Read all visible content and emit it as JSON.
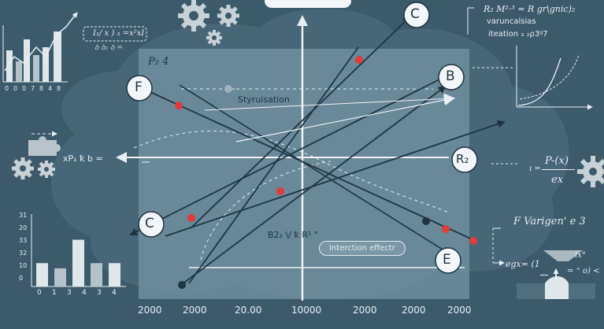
{
  "colors": {
    "background": "#3d5a6b",
    "panel": "#6d8c9b",
    "cloud": "#4b6b7c",
    "line_dark": "#1f3441",
    "point_red": "#e23b3b",
    "axis": "#eef3f5"
  },
  "panel_label": "P₂ 4",
  "nodes": {
    "c_top": "C",
    "b": "B",
    "f": "F",
    "r2": "R₂",
    "c_left": "C",
    "e": "E"
  },
  "texts": {
    "styruisation": "Styruisation",
    "interaction_effect": "Interction effectr",
    "center_formula": "B2₂ \\/ ꝁ R² °",
    "left_formula": "xP₁ ꝁ b =",
    "top_left_note_1": "I₁/ x ) ₃ =x²xI",
    "top_left_note_2": "ꝺ ꝺ₂ ꝺ =",
    "top_right_1": "R₂ M²·³ = R gr\\gnic)₂",
    "top_right_2": "varuncalsias",
    "top_right_3": "iteation ₃ ₂ρ3ᵍ7",
    "right_fraction_num": "P-(x)",
    "right_fraction_den": "ex",
    "right_fraction_pre": "ı =",
    "varigen": "F Varigen' e 3",
    "egx": "egx= (1",
    "lx": "lx°",
    "eqo": "= ⁺ o) <"
  },
  "x_axis_labels": [
    "2000",
    "2000",
    "20.00",
    "10000",
    "2000",
    "2000",
    "2000"
  ],
  "top_left_chart_labels": [
    "0",
    "0",
    "0",
    "7",
    "8",
    "4",
    "8"
  ],
  "bottom_left_chart": {
    "y_labels": [
      "31",
      "20",
      "33",
      "32",
      "10",
      "0"
    ],
    "x_labels": [
      "0",
      "1",
      "3",
      "4",
      "3",
      "4"
    ],
    "values": [
      0.45,
      0.35,
      0.9,
      0.45,
      0.45
    ]
  },
  "icons": [
    "gear-icon",
    "gear-icon",
    "gear-icon",
    "gear-icon",
    "gear-icon",
    "puzzle-icon",
    "mortarboard-icon"
  ]
}
